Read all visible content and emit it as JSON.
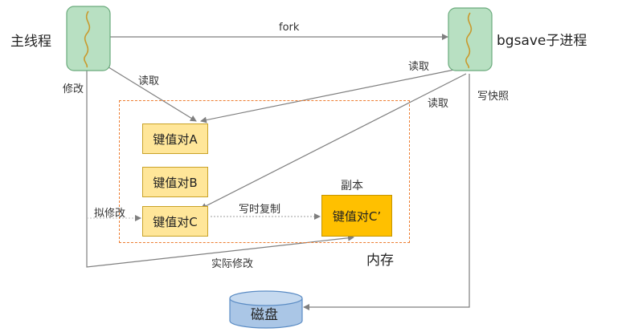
{
  "processes": {
    "main": {
      "label": "主线程",
      "icon": "thread-icon"
    },
    "bgsave": {
      "label": "bgsave子进程",
      "icon": "thread-icon"
    }
  },
  "edges": {
    "fork": "fork",
    "read_top": "读取",
    "read_main": "读取",
    "read_bgsave": "读取",
    "write_snapshot": "写快照",
    "modify": "修改",
    "intend_modify": "拟修改",
    "copy_on_write": "写时复制",
    "actual_modify": "实际修改"
  },
  "memory": {
    "label": "内存",
    "pairs": [
      "键值对A",
      "键值对B",
      "键值对C"
    ],
    "copy_label": "副本",
    "copy_pair": "键值对C’"
  },
  "disk": {
    "label": "磁盘"
  },
  "colors": {
    "process_fill": "#b8e0c2",
    "process_border": "#6aaa7c",
    "pair_fill": "#ffe699",
    "copy_fill": "#ffc000",
    "memory_border": "#ed7d31",
    "disk_fill": "#aac6e6"
  }
}
